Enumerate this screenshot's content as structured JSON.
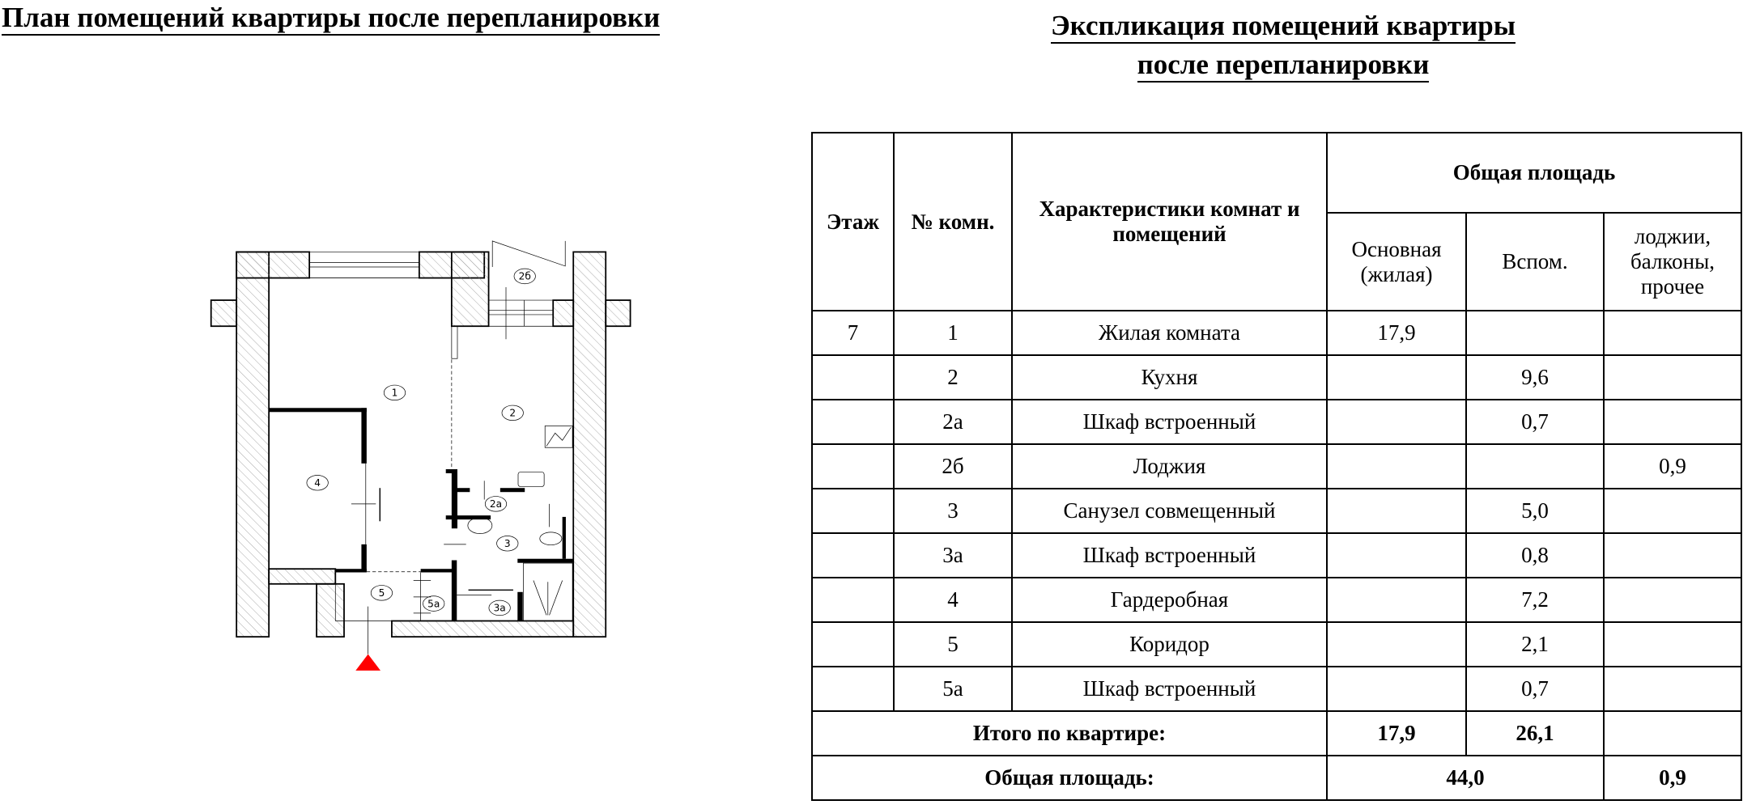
{
  "titles": {
    "plan": "План помещений квартиры после перепланировки",
    "explication_line1": "Экспликация помещений квартиры",
    "explication_line2": "после перепланировки"
  },
  "plan": {
    "room_labels": [
      "1",
      "2",
      "2б",
      "2а",
      "3",
      "3а",
      "4",
      "5",
      "5а"
    ],
    "entrance_marker_color": "#ff0000"
  },
  "table": {
    "headers": {
      "floor": "Этаж",
      "room_no": "№ комн.",
      "characteristics": "Характеристики комнат и помещений",
      "total_area": "Общая площадь",
      "main": "Основная (жилая)",
      "aux": "Вспом.",
      "other": "лоджии, балконы, прочее"
    },
    "rows": [
      {
        "floor": "7",
        "no": "1",
        "name": "Жилая комната",
        "main": "17,9",
        "aux": "",
        "other": ""
      },
      {
        "floor": "",
        "no": "2",
        "name": "Кухня",
        "main": "",
        "aux": "9,6",
        "other": ""
      },
      {
        "floor": "",
        "no": "2а",
        "name": "Шкаф встроенный",
        "main": "",
        "aux": "0,7",
        "other": ""
      },
      {
        "floor": "",
        "no": "2б",
        "name": "Лоджия",
        "main": "",
        "aux": "",
        "other": "0,9"
      },
      {
        "floor": "",
        "no": "3",
        "name": "Санузел совмещенный",
        "main": "",
        "aux": "5,0",
        "other": ""
      },
      {
        "floor": "",
        "no": "3а",
        "name": "Шкаф встроенный",
        "main": "",
        "aux": "0,8",
        "other": ""
      },
      {
        "floor": "",
        "no": "4",
        "name": "Гардеробная",
        "main": "",
        "aux": "7,2",
        "other": ""
      },
      {
        "floor": "",
        "no": "5",
        "name": "Коридор",
        "main": "",
        "aux": "2,1",
        "other": ""
      },
      {
        "floor": "",
        "no": "5а",
        "name": "Шкаф встроенный",
        "main": "",
        "aux": "0,7",
        "other": ""
      }
    ],
    "subtotal": {
      "label": "Итого по квартире:",
      "main": "17,9",
      "aux": "26,1",
      "other": ""
    },
    "total": {
      "label": "Общая площадь:",
      "area": "44,0",
      "other": "0,9"
    }
  }
}
